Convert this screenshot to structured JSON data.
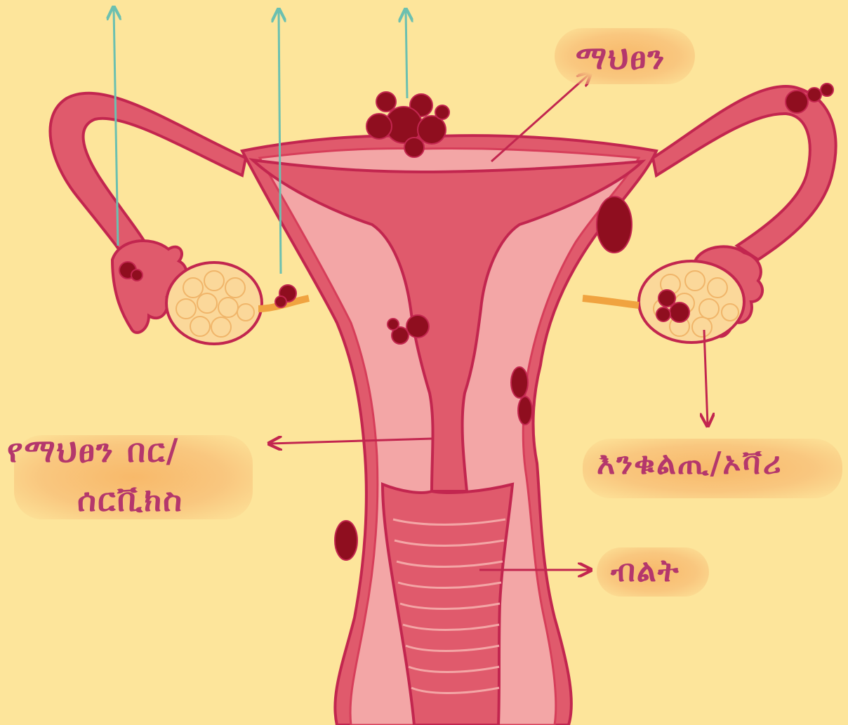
{
  "labels": {
    "uterus": "ማህፀን",
    "cervix_line1": "የማህፀን በር/",
    "cervix_line2": "ሰርቪክስ",
    "ovary": "እንቁልጢ/ኦቫሪ",
    "vagina": "ብልት"
  },
  "colors": {
    "background": "#fde59b",
    "tissue_outer": "#e05a6c",
    "tissue_inner": "#f3a6a6",
    "tissue_dark": "#d63e5a",
    "lesion": "#8f0e1f",
    "ovary": "#fbd89a",
    "pointer_arrow": "#c2264f",
    "teal_arrow": "#6cc0b0",
    "label_text": "#b4376c",
    "label_blob": "#f8b96a"
  }
}
